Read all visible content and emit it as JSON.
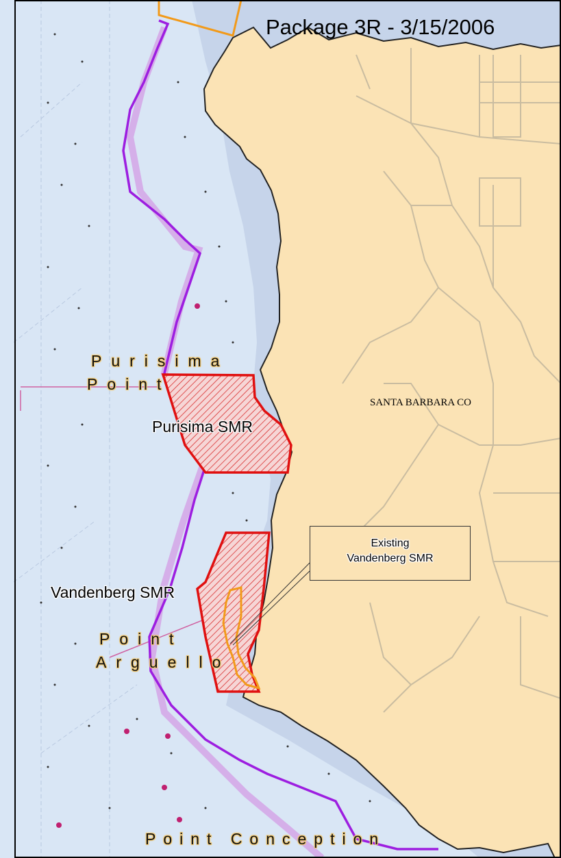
{
  "title": "Package 3R - 3/15/2006",
  "places": {
    "purisima_point_1": "Purisima",
    "purisima_point_2": "Point",
    "point_arguello_1": "Point",
    "point_arguello_2": "Arguello",
    "point_conception": "Point Conception"
  },
  "mpas": {
    "purisima": "Purisima SMR",
    "vandenberg": "Vandenberg SMR"
  },
  "callout": {
    "line1": "Existing",
    "line2": "Vandenberg SMR"
  },
  "county": "SANTA BARBARA CO",
  "colors": {
    "land": "#fbe3b5",
    "ocean": "#d9e6f5",
    "shallow": "#c6d4ea",
    "state_waters_boundary": "#9d1ee0",
    "proposed_mpa": "#e01010",
    "existing_mpa": "#f29a1a",
    "roads": "#c9bca0"
  }
}
